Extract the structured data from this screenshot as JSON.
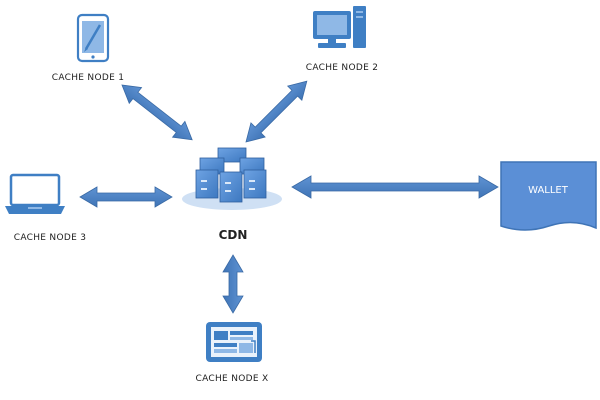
{
  "diagram": {
    "hub": {
      "label": "CDN"
    },
    "nodes": {
      "cache1": {
        "label": "CACHE NODE 1",
        "icon": "tablet-icon"
      },
      "cache2": {
        "label": "CACHE NODE 2",
        "icon": "desktop-computer-icon"
      },
      "cache3": {
        "label": "CACHE NODE 3",
        "icon": "laptop-icon"
      },
      "cachex": {
        "label": "CACHE NODE X",
        "icon": "smart-tv-icon"
      }
    },
    "wallet": {
      "label": "WALLET"
    },
    "colors": {
      "icon_blue": "#3f7fc4",
      "icon_light": "#8fb8e6",
      "arrow_fill": "#4a7fc1",
      "arrow_stroke": "#3a6aa5",
      "wallet_fill": "#5b8fd6",
      "label_text": "#222222"
    }
  }
}
